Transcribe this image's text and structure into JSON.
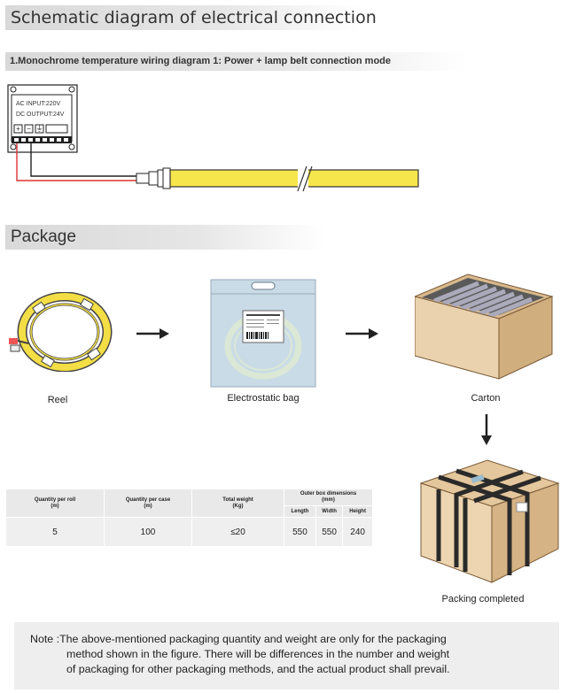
{
  "section1": {
    "title": "Schematic diagram of electrical connection"
  },
  "wiring": {
    "heading": "1.Monochrome temperature wiring diagram 1: Power + lamp belt connection mode",
    "power_label_1": "AC INPUT:220V",
    "power_label_2": "DC OUTPUT:24V"
  },
  "section2": {
    "title": "Package"
  },
  "steps": {
    "reel": "Reel",
    "bag": "Electrostatic bag",
    "carton": "Carton",
    "completed": "Packing completed"
  },
  "table": {
    "headers": {
      "qty_roll": "Quantity per roll",
      "qty_roll_unit": "(m)",
      "qty_case": "Quantity per case",
      "qty_case_unit": "(m)",
      "weight": "Total weight",
      "weight_unit": "(Kg)",
      "dims": "Outer box dimensions",
      "dims_unit": "(mm)",
      "length": "Length",
      "width": "Width",
      "height": "Height"
    },
    "values": {
      "qty_roll": "5",
      "qty_case": "100",
      "weight": "≤20",
      "length": "550",
      "width": "550",
      "height": "240"
    }
  },
  "note": {
    "prefix": "Note :",
    "line1": "The above-mentioned packaging quantity and weight are only for the packaging",
    "line2": "method shown in the figure. There will be differences in the number and weight",
    "line3": "of packaging for other packaging methods, and the actual product shall prevail."
  }
}
